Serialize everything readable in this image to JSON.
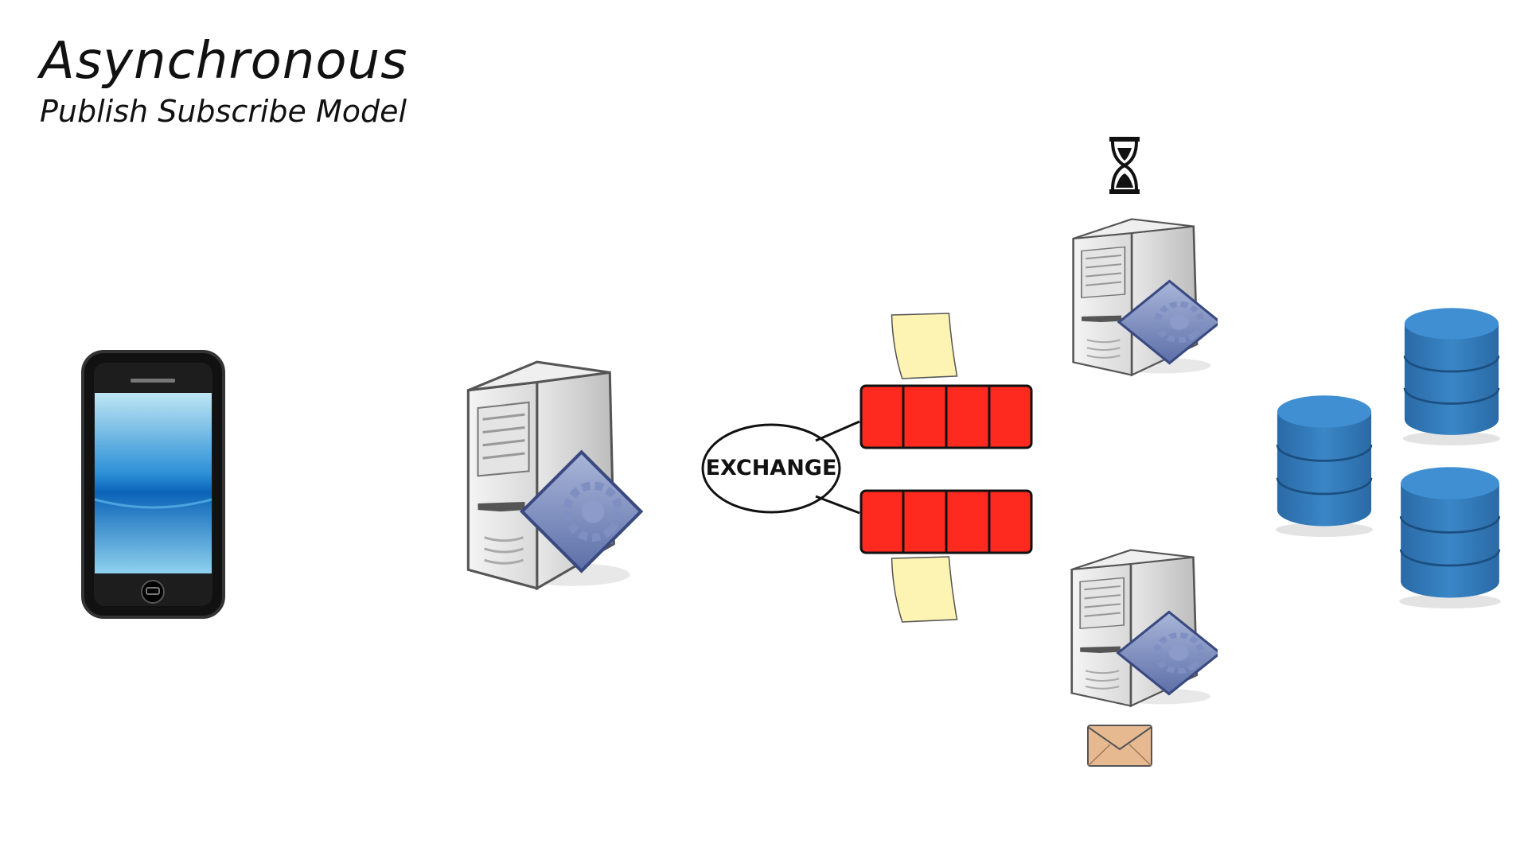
{
  "header": {
    "title": "Asynchronous",
    "subtitle": "Publish Subscribe Model"
  },
  "exchange": {
    "label": "EXCHANGE"
  },
  "queues": [
    {
      "slots": 4,
      "color": "#ff2a1f"
    },
    {
      "slots": 4,
      "color": "#ff2a1f"
    }
  ],
  "icons": {
    "client": "smartphone-icon",
    "publisher": "server-icon",
    "subscribers": [
      "server-icon",
      "server-icon"
    ],
    "databases": [
      "database-icon",
      "database-icon",
      "database-icon"
    ],
    "messages": [
      "message-note-icon",
      "message-note-icon"
    ],
    "status": [
      "hourglass-icon",
      "envelope-icon"
    ]
  },
  "colors": {
    "queue": "#ff2a1f",
    "note": "#fdf4b3",
    "database": "#2f77b5",
    "envelope": "#e6b991"
  }
}
